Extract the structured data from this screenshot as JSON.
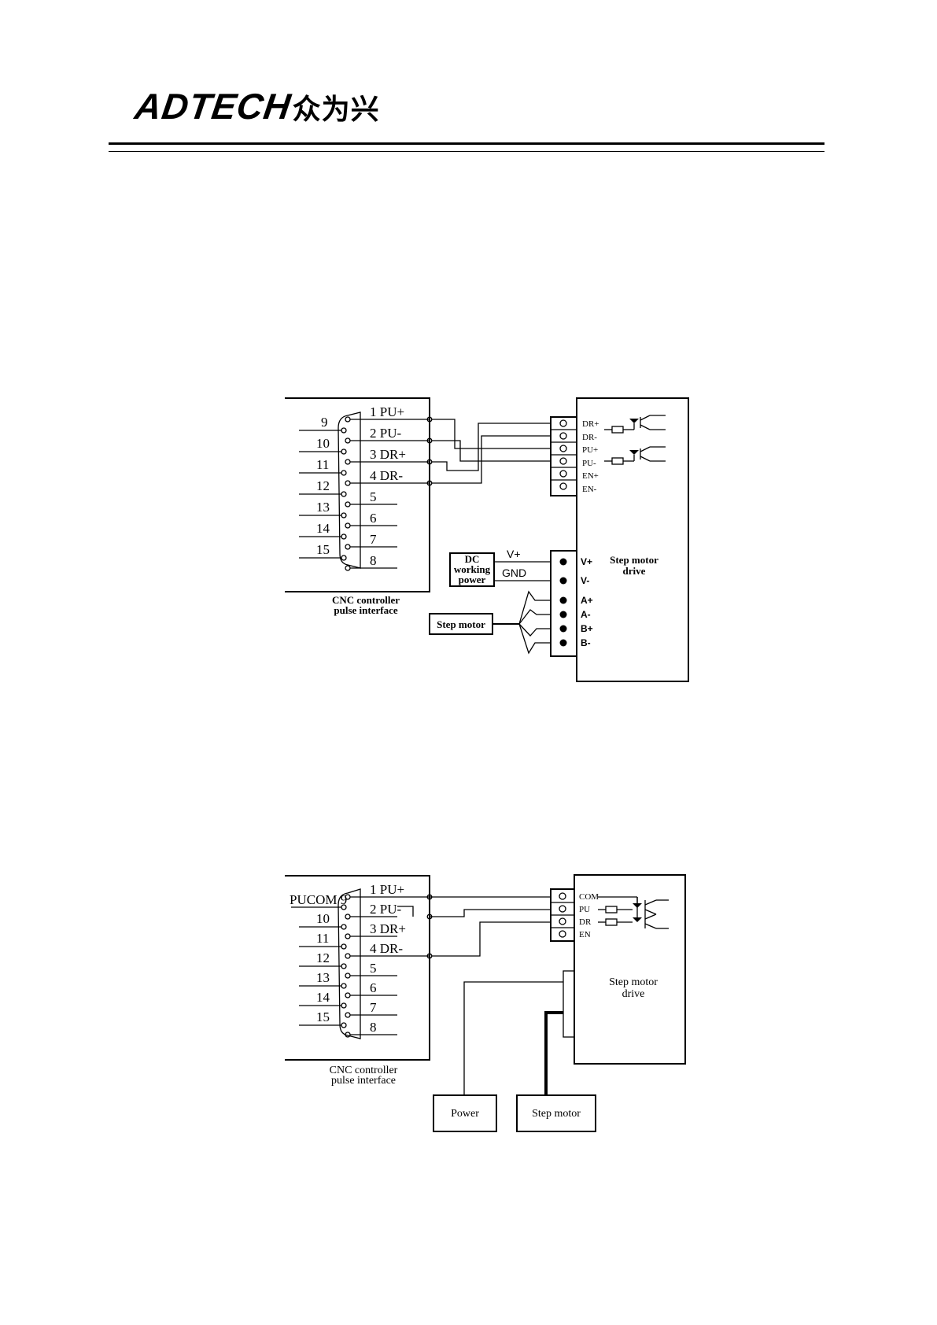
{
  "header": {
    "logo_en": "ADTECH",
    "logo_cn": "众为兴"
  },
  "diagram1": {
    "db_pins_left": [
      "9",
      "10",
      "11",
      "12",
      "13",
      "14",
      "15"
    ],
    "db_pins_right": [
      "1 PU+",
      "2 PU-",
      "3 DR+",
      "4 DR-",
      "5",
      "6",
      "7",
      "8"
    ],
    "controller_caption": [
      "CNC controller",
      "pulse interface"
    ],
    "drive_signal_terminals": [
      "DR+",
      "DR-",
      "PU+",
      "PU-",
      "EN+",
      "EN-"
    ],
    "drive_power_terminals": [
      "V+",
      "V-",
      "A+",
      "A-",
      "B+",
      "B-"
    ],
    "drive_label": [
      "Step motor",
      "drive"
    ],
    "dc_power_label": [
      "DC",
      "working",
      "power"
    ],
    "power_wires": [
      "V+",
      "GND"
    ],
    "motor_label": "Step motor"
  },
  "diagram2": {
    "db_pins_left": [
      "PUCOM 9",
      "10",
      "11",
      "12",
      "13",
      "14",
      "15"
    ],
    "db_pins_right": [
      "1 PU+",
      "2 PU-",
      "3 DR+",
      "4 DR-",
      "5",
      "6",
      "7",
      "8"
    ],
    "controller_caption": [
      "CNC controller",
      "pulse interface"
    ],
    "drive_signal_terminals": [
      "COM",
      "PU",
      "DR",
      "EN"
    ],
    "drive_label": [
      "Step motor",
      "drive"
    ],
    "power_label": "Power",
    "motor_label": "Step motor"
  }
}
